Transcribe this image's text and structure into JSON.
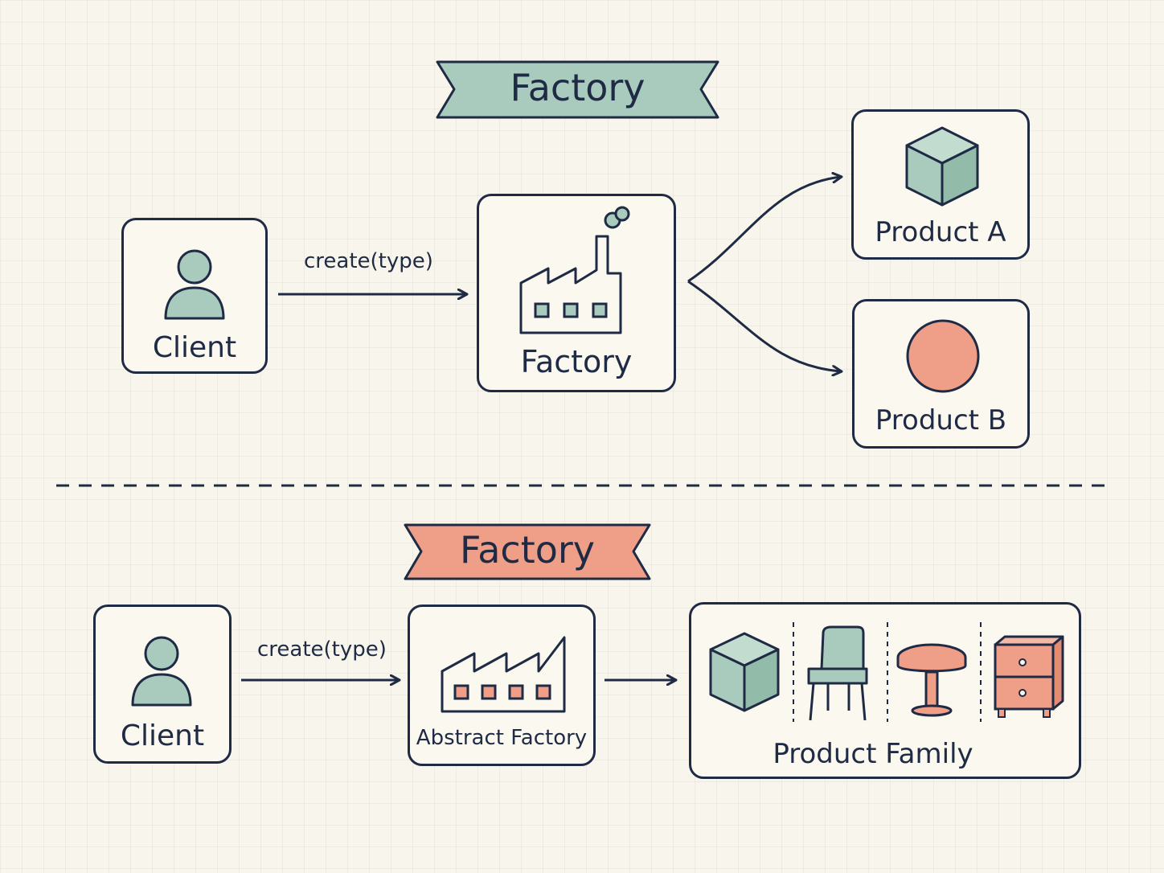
{
  "factory_section": {
    "banner": "Factory",
    "client": {
      "label": "Client",
      "icon": "user-icon"
    },
    "edge_label": "create(type)",
    "factory": {
      "label": "Factory",
      "icon": "factory-icon"
    },
    "product_a": {
      "label": "Product A",
      "icon": "cube-icon"
    },
    "product_b": {
      "label": "Product B",
      "icon": "circle-icon"
    }
  },
  "abstract_section": {
    "banner": "Factory",
    "client": {
      "label": "Client",
      "icon": "user-icon"
    },
    "edge_label": "create(type)",
    "factory": {
      "label": "Abstract Factory",
      "icon": "factory-icon"
    },
    "product_family": {
      "label": "Product Family",
      "icons": [
        "cube-icon",
        "chair-icon",
        "table-icon",
        "cabinet-icon"
      ]
    }
  },
  "colors": {
    "ink": "#1f2a44",
    "green": "#a9cbbd",
    "salmon": "#ef9e88",
    "background": "#f8f6ec"
  }
}
